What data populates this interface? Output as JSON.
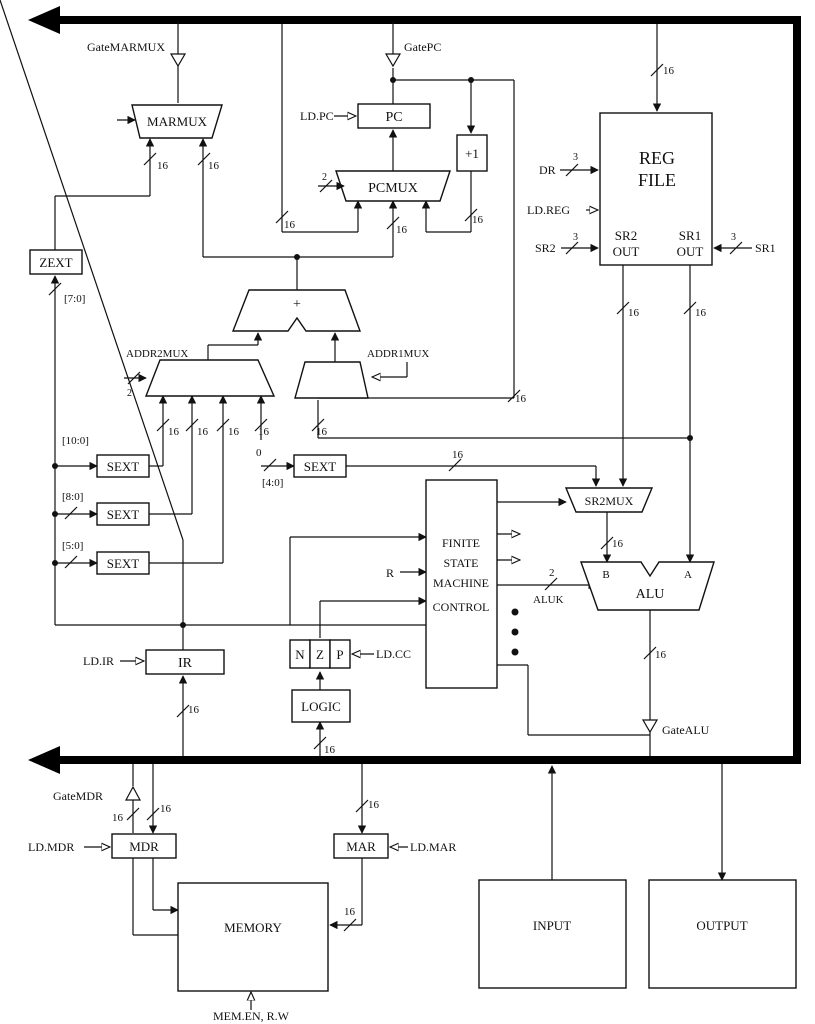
{
  "gates": {
    "marmux": "GateMARMUX",
    "pc": "GatePC",
    "mdr": "GateMDR",
    "alu": "GateALU"
  },
  "blocks": {
    "marmux": "MARMUX",
    "pc": "PC",
    "plus1": "+1",
    "pcmux": "PCMUX",
    "reg_file_line1": "REG",
    "reg_file_line2": "FILE",
    "zext": "ZEXT",
    "adder": "+",
    "addr2mux": "ADDR2MUX",
    "addr1mux": "ADDR1MUX",
    "sext": "SEXT",
    "sr2mux": "SR2MUX",
    "alu": "ALU",
    "fsm_lines": [
      "FINITE",
      "STATE",
      "MACHINE",
      "CONTROL"
    ],
    "ir": "IR",
    "n": "N",
    "z": "Z",
    "p": "P",
    "logic": "LOGIC",
    "mdr": "MDR",
    "mar": "MAR",
    "memory": "MEMORY",
    "input": "INPUT",
    "output": "OUTPUT"
  },
  "signals": {
    "ld_pc": "LD.PC",
    "dr": "DR",
    "ld_reg": "LD.REG",
    "sr2": "SR2",
    "sr1": "SR1",
    "sr2_out_1": "SR2",
    "sr2_out_2": "OUT",
    "sr1_out_1": "SR1",
    "sr1_out_2": "OUT",
    "r": "R",
    "aluk": "ALUK",
    "alu_a": "A",
    "alu_b": "B",
    "ld_ir": "LD.IR",
    "ld_cc": "LD.CC",
    "ld_mdr": "LD.MDR",
    "ld_mar": "LD.MAR",
    "mem_en": "MEM.EN, R.W"
  },
  "widths": {
    "w16": "16",
    "w3": "3",
    "w2": "2",
    "zero": "0",
    "bits_7_0": "[7:0]",
    "bits_10_0": "[10:0]",
    "bits_8_0": "[8:0]",
    "bits_5_0": "[5:0]",
    "bits_4_0": "[4:0]"
  }
}
